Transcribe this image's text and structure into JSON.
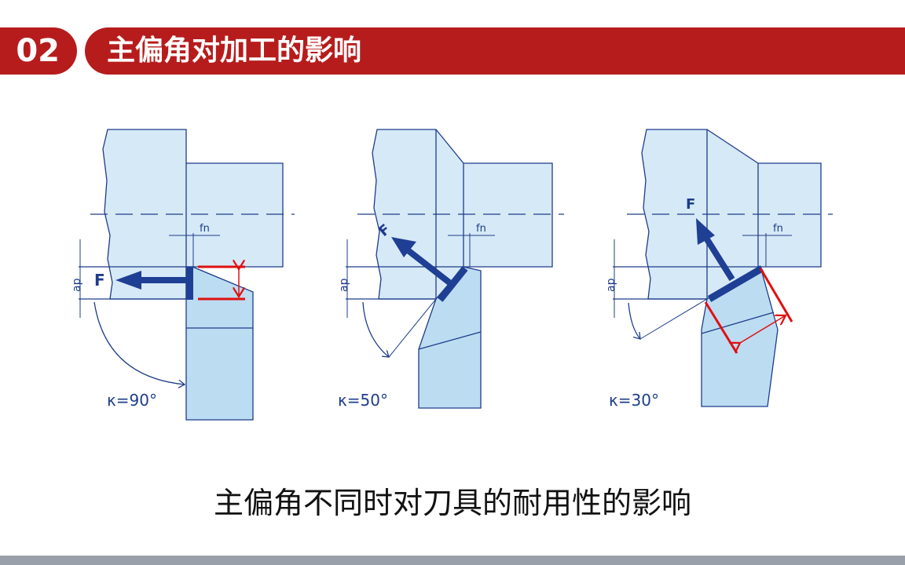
{
  "header": {
    "number": "02",
    "title": "主偏角对加工的影响"
  },
  "diagrams": [
    {
      "force_label": "F",
      "feed_label": "fn",
      "depth_label": "ap",
      "angle_label": "κ=90°"
    },
    {
      "force_label": "F",
      "feed_label": "fn",
      "depth_label": "ap",
      "angle_label": "κ=50°"
    },
    {
      "force_label": "F",
      "feed_label": "fn",
      "depth_label": "ap",
      "angle_label": "κ=30°"
    }
  ],
  "caption": "主偏角不同时对刀具的耐用性的影响",
  "colors": {
    "accent": "#b71c1c",
    "fill": "#d6e9f7",
    "tool": "#bcdcf2",
    "line": "#1d3d8a",
    "edge": "#1f3f95",
    "highlight": "#e01010"
  }
}
